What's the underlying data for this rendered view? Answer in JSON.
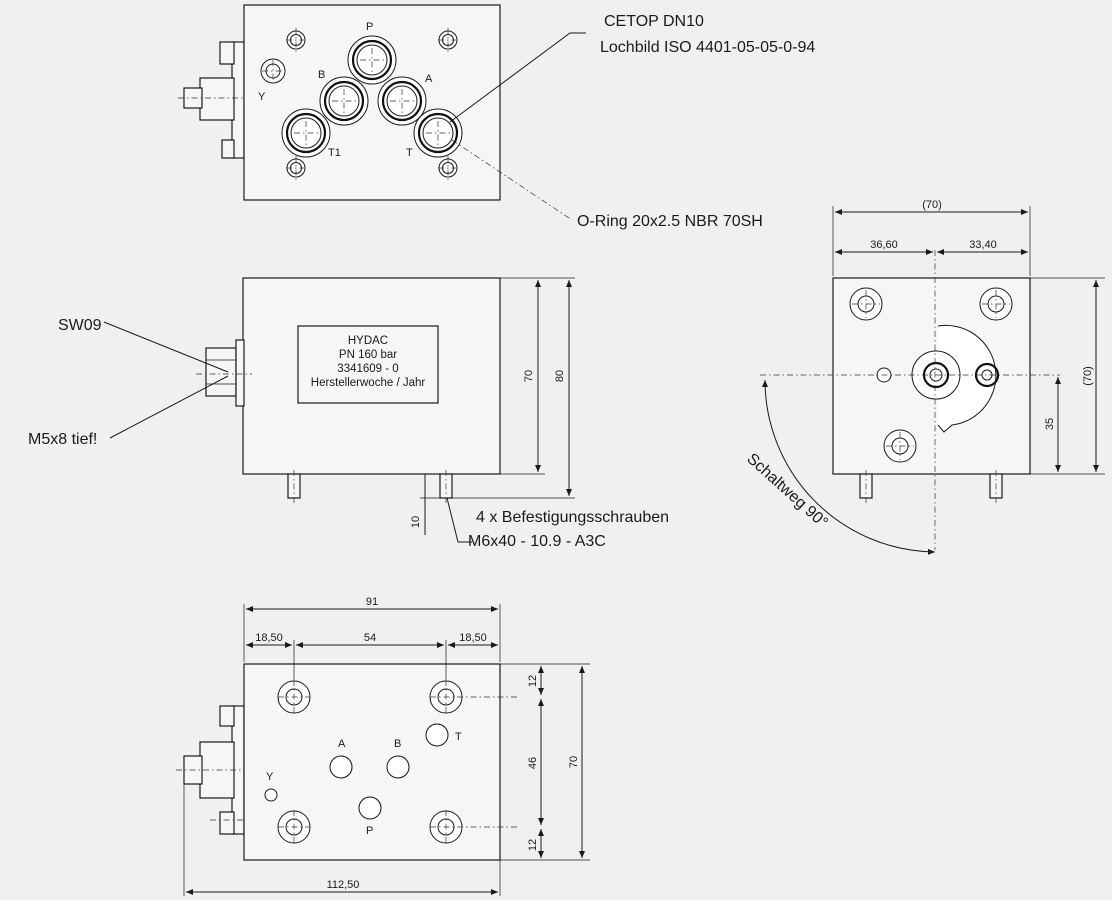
{
  "callouts": {
    "cetop": "CETOP DN10",
    "lochbild": "Lochbild ISO 4401-05-05-0-94",
    "oring": "O-Ring 20x2.5 NBR 70SH",
    "sw": "SW09",
    "m5": "M5x8 tief!",
    "screws1": "4 x Befestigungsschrauben",
    "screws2": "M6x40 - 10.9 - A3C",
    "schaltweg": "Schaltweg 90°"
  },
  "top_view": {
    "ports": {
      "P": "P",
      "A": "A",
      "B": "B",
      "T": "T",
      "T1": "T1",
      "Y": "Y"
    }
  },
  "front_view": {
    "plate": {
      "line1": "HYDAC",
      "line2": "PN 160 bar",
      "line3": "3341609 - 0",
      "line4": "Herstellerwoche / Jahr"
    },
    "dims": {
      "h70": "70",
      "h80": "80",
      "pin10": "10"
    }
  },
  "side_view": {
    "dims": {
      "w70": "(70)",
      "w36": "36,60",
      "w33": "33,40",
      "h70": "(70)",
      "h35": "35"
    }
  },
  "bottom_view": {
    "ports": {
      "A": "A",
      "B": "B",
      "T": "T",
      "Y": "Y",
      "P": "P"
    },
    "dims": {
      "w91": "91",
      "w18a": "18,50",
      "w54": "54",
      "w18b": "18,50",
      "h12a": "12",
      "h46": "46",
      "h12b": "12",
      "h70": "70",
      "w112": "112,50"
    }
  }
}
